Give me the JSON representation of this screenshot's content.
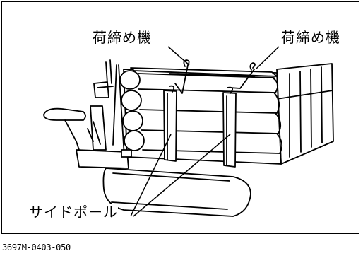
{
  "labels": {
    "binder_left": "荷締め機",
    "binder_right": "荷締め機",
    "side_pole": "サイドポール"
  },
  "figure_code": "3697M-0403-050"
}
